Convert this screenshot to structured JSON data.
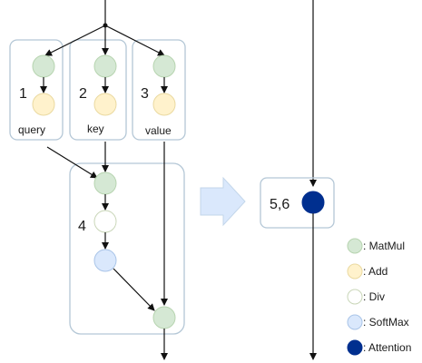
{
  "labels": {
    "step1": "1",
    "step2": "2",
    "step3": "3",
    "step4": "4",
    "fused_step": "5,6",
    "query": "query",
    "key": "key",
    "value": "value"
  },
  "legend": [
    {
      "label": ": MatMul",
      "fill": "#d5e8d4",
      "stroke": "#b7d4b0"
    },
    {
      "label": ": Add",
      "fill": "#fff2cc",
      "stroke": "#ead9a0"
    },
    {
      "label": ": Div",
      "fill": "#ffffff",
      "stroke": "#c9d6b8"
    },
    {
      "label": ": SoftMax",
      "fill": "#dae8fc",
      "stroke": "#a9c4e8"
    },
    {
      "label": ": Attention",
      "fill": "#002f8f",
      "stroke": "#002f8f"
    }
  ],
  "colors": {
    "group_border": "#b4c7d6",
    "edge": "#111111",
    "transform_arrow": "#dae8fc",
    "transform_arrow_border": "#c3d6ea"
  }
}
